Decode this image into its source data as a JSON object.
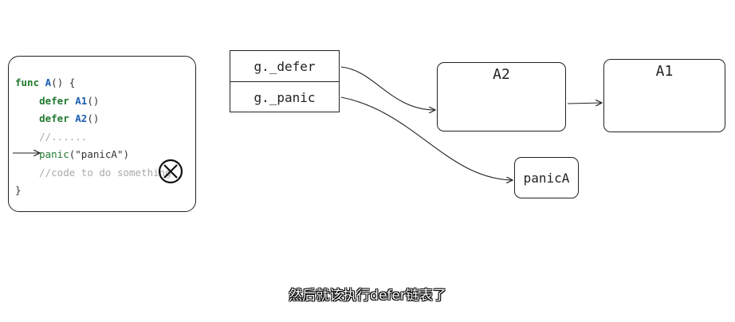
{
  "code": {
    "line1_kw": "func",
    "line1_fn": "A",
    "line1_rest": "() {",
    "line2_kw": "defer",
    "line2_fn": "A1",
    "line2_rest": "()",
    "line3_kw": "defer",
    "line3_fn": "A2",
    "line3_rest": "()",
    "line4": "//......",
    "line5_fn": "panic",
    "line5_rest": "(\"panicA\")",
    "line6": "//code to do something",
    "line7": "}"
  },
  "g_struct": {
    "defer_field": "g._defer",
    "panic_field": "g._panic"
  },
  "nodes": {
    "a2": "A2",
    "a1": "A1",
    "panic": "panicA"
  },
  "subtitle": "然后就该执行defer链表了",
  "colors": {
    "keyword": "#1f7a2e",
    "function": "#1b5fb0",
    "comment": "#a9a9a9",
    "stroke": "#222222"
  }
}
